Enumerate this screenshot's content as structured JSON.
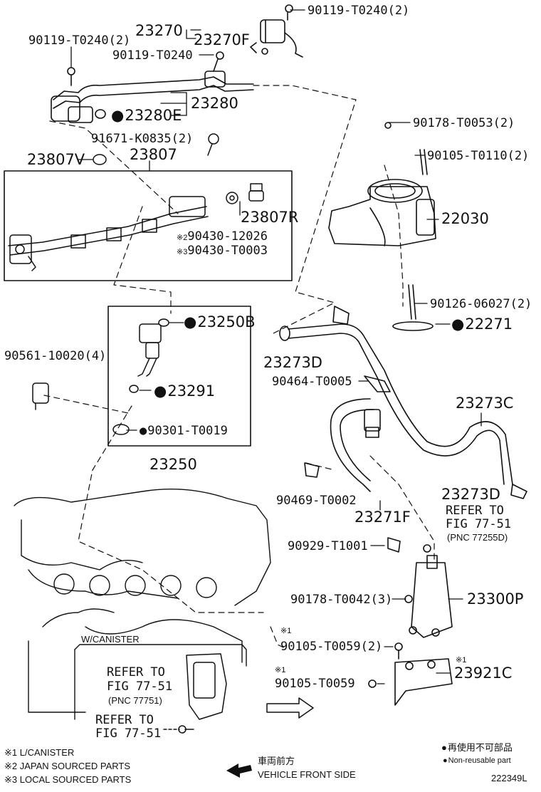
{
  "parts": {
    "p90119_T0240_2a": "90119-T0240(2)",
    "p23270": "23270",
    "p23270F": "23270F",
    "p90119_T0240_2b": "90119-T0240(2)",
    "p90119_T0240": "90119-T0240",
    "p23280": "23280",
    "p23280E": "23280E",
    "p91671_K0835_2": "91671-K0835(2)",
    "p23807V": "23807V",
    "p23807": "23807",
    "p23807R": "23807R",
    "p90430_12026": "90430-12026",
    "p90430_T0003": "90430-T0003",
    "p90178_T0053_2": "90178-T0053(2)",
    "p90105_T0110_2": "90105-T0110(2)",
    "p22030": "22030",
    "p90126_06027_2": "90126-06027(2)",
    "p22271": "22271",
    "p23250B": "23250B",
    "p23273D_a": "23273D",
    "p90561_10020_4": "90561-10020(4)",
    "p90464_T0005": "90464-T0005",
    "p23291": "23291",
    "p90301_T0019": "90301-T0019",
    "p23273C": "23273C",
    "p23250": "23250",
    "p23273D_b": "23273D",
    "p90469_T0002": "90469-T0002",
    "p23271F": "23271F",
    "p90929_T1001": "90929-T1001",
    "p90178_T0042_3": "90178-T0042(3)",
    "p23300P": "23300P",
    "p90105_T0059_2": "90105-T0059(2)",
    "p90105_T0059": "90105-T0059",
    "p23921C": "23921C"
  },
  "marks": {
    "ref2": "※2",
    "ref3": "※3",
    "ref1a": "※1",
    "ref1b": "※1",
    "ref1c": "※1"
  },
  "refs": {
    "refer_to": "REFER TO",
    "fig_77_51": "FIG 77-51",
    "pnc_77255d": "(PNC 77255D)",
    "pnc_77751": "(PNC 77751)",
    "w_canister": "W/CANISTER"
  },
  "legend": {
    "l1": "※1 L/CANISTER",
    "l2": "※2 JAPAN SOURCED PARTS",
    "l3": "※3 LOCAL SOURCED PARTS",
    "front_jp": "車両前方",
    "front_en": "VEHICLE FRONT SIDE",
    "nonreuse_jp": "再使用不可部品",
    "nonreuse_en": "Non-reusable part",
    "figure_id": "222349L"
  }
}
